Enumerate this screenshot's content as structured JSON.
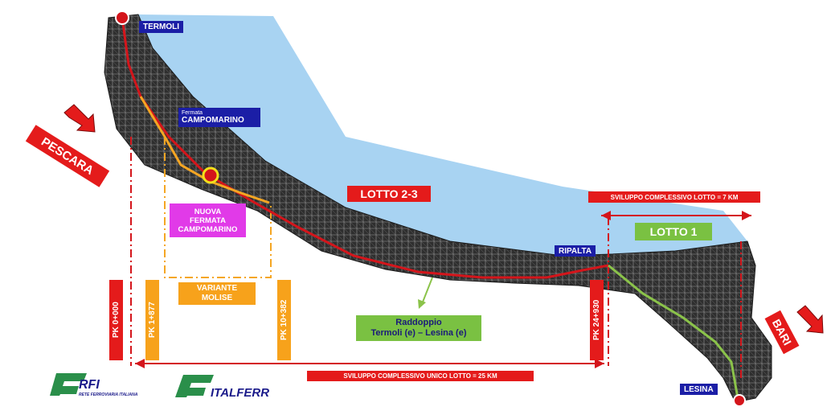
{
  "places": {
    "termoli": "TERMOLI",
    "campomarino_small": "Fermata",
    "campomarino": "CAMPOMARINO",
    "ripalta": "RIPALTA",
    "lesina": "LESINA"
  },
  "directions": {
    "pescara": "PESCARA",
    "bari": "BARI"
  },
  "lots": {
    "lotto23": "LOTTO 2-3",
    "lotto1": "LOTTO 1",
    "sviluppo_lotto1": "SVILUPPO COMPLESSIVO  LOTTO = 7 KM",
    "sviluppo_unico": "SVILUPPO COMPLESSIVO UNICO LOTTO = 25 KM"
  },
  "callouts": {
    "nuova_fermata_line1": "NUOVA",
    "nuova_fermata_line2": "FERMATA",
    "nuova_fermata_line3": "CAMPOMARINO",
    "variante_line1": "VARIANTE",
    "variante_line2": "MOLISE",
    "raddoppio_line1": "Raddoppio",
    "raddoppio_line2": "Termoli  (e) – Lesina (e)"
  },
  "chainage": {
    "pk0": "PK 0+000",
    "pk1": "PK 1+877",
    "pk10": "PK 10+382",
    "pk24": "PK 24+930"
  },
  "logos": {
    "rfi": "RFI",
    "rfi_sub": "RETE FERROVIARIA ITALIANA",
    "italferr": "ITALFERR"
  },
  "colors": {
    "sea": "#a8d3f2",
    "land": "#3a3a3a",
    "red_line": "#d4151b",
    "orange_line": "#f5a623",
    "green_line": "#8bc34a",
    "label_blue": "#1b1ea6",
    "label_red": "#e41b1b",
    "label_orange": "#f7a21b",
    "label_magenta": "#e13ae8",
    "label_green": "#7ac142"
  }
}
